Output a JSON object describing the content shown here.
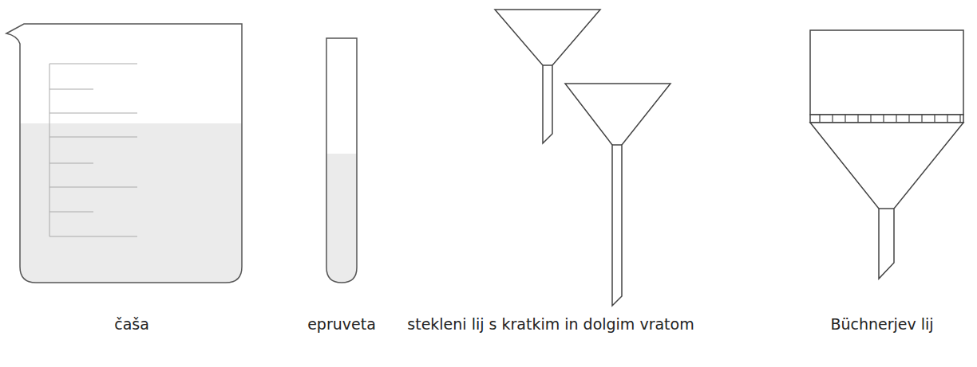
{
  "diagram": {
    "labels": [
      "čaša",
      "epruveta",
      "stekleni lij s kratkim in dolgim vratom",
      "Büchnerjev lij"
    ]
  }
}
